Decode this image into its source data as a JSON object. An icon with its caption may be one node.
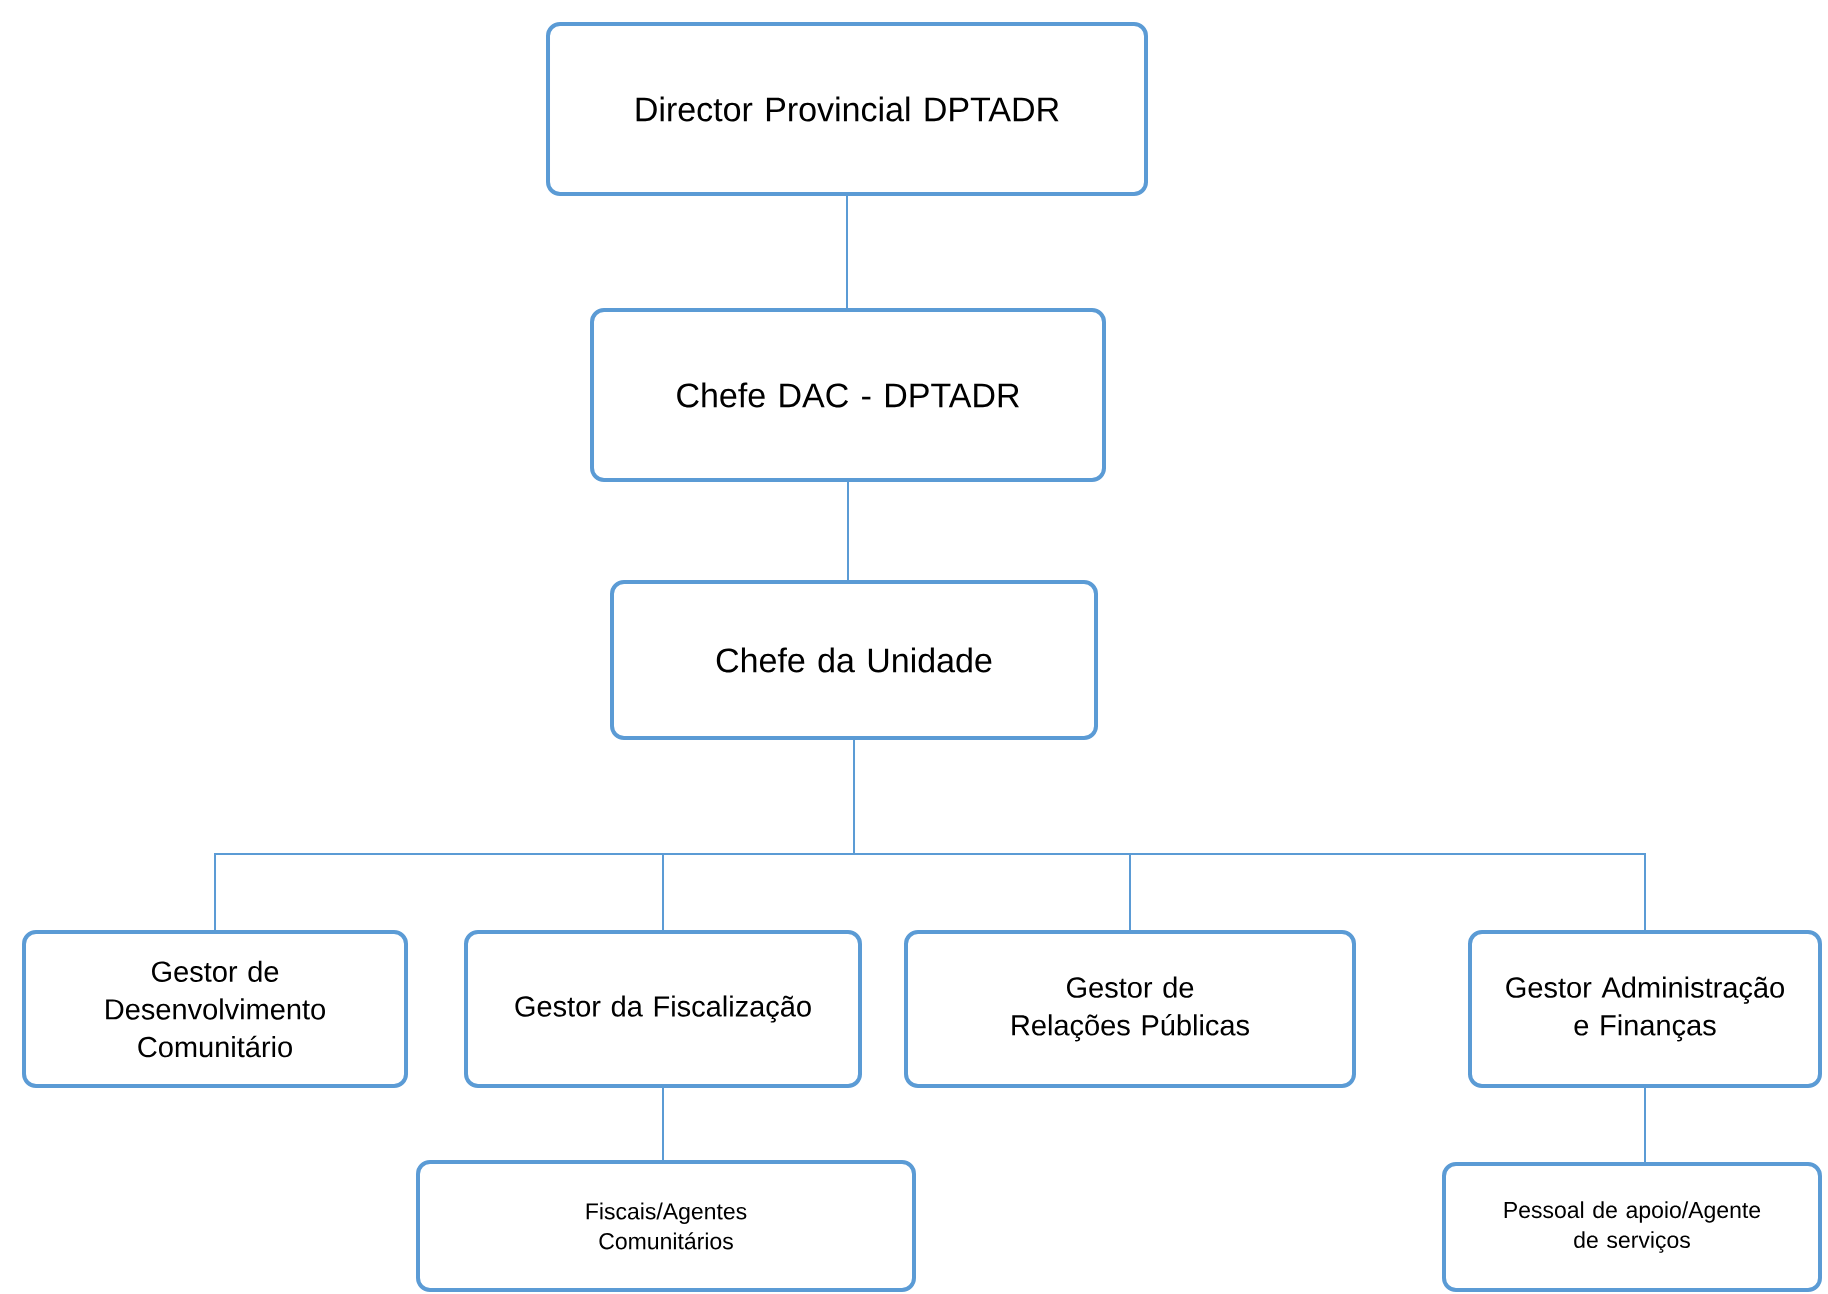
{
  "diagram": {
    "nodes": [
      {
        "text": [
          "Director Provincial DPTADR"
        ]
      },
      {
        "text": [
          "Chefe DAC - DPTADR"
        ]
      },
      {
        "text": [
          "Chefe da Unidade"
        ]
      },
      {
        "text": [
          "Gestor de Desenvolvimento Comunitário"
        ]
      },
      {
        "text": [
          "Gestor da Fiscalização"
        ]
      },
      {
        "text": [
          "Gestor de Relações Públicas"
        ]
      },
      {
        "text": [
          "Gestor Administração e Finanças"
        ]
      },
      {
        "text": [
          "Fiscais/Agentes Comunitários"
        ]
      },
      {
        "text": [
          "Pessoal de apoio/Agente de serviços"
        ]
      }
    ],
    "edges": [
      {
        "from": 0,
        "to": 1,
        "arrow": "none"
      },
      {
        "from": 1,
        "to": 2,
        "arrow": "none"
      },
      {
        "from": 2,
        "to": 3,
        "arrow": "none"
      },
      {
        "from": 2,
        "to": 4,
        "arrow": "none"
      },
      {
        "from": 2,
        "to": 5,
        "arrow": "none"
      },
      {
        "from": 2,
        "to": 6,
        "arrow": "none"
      },
      {
        "from": 4,
        "to": 7,
        "arrow": "none"
      },
      {
        "from": 6,
        "to": 8,
        "arrow": "none"
      }
    ]
  }
}
